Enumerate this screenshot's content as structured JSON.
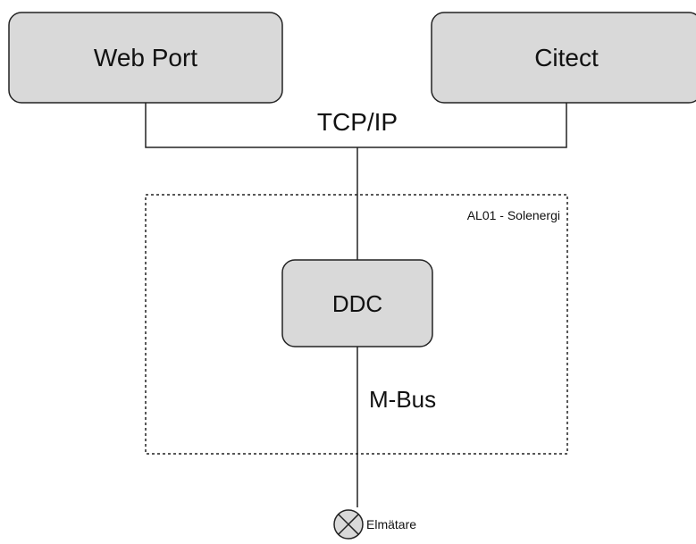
{
  "nodes": {
    "web_port": "Web Port",
    "citect": "Citect",
    "ddc": "DDC"
  },
  "networks": {
    "tcpip": "TCP/IP",
    "mbus": "M-Bus"
  },
  "zone": {
    "label": "AL01 - Solenergi"
  },
  "meter": {
    "label": "Elmätare",
    "icon": "electricity-meter-icon"
  },
  "colors": {
    "node_fill": "#d9d9d9",
    "line": "#222222",
    "background": "#ffffff"
  }
}
